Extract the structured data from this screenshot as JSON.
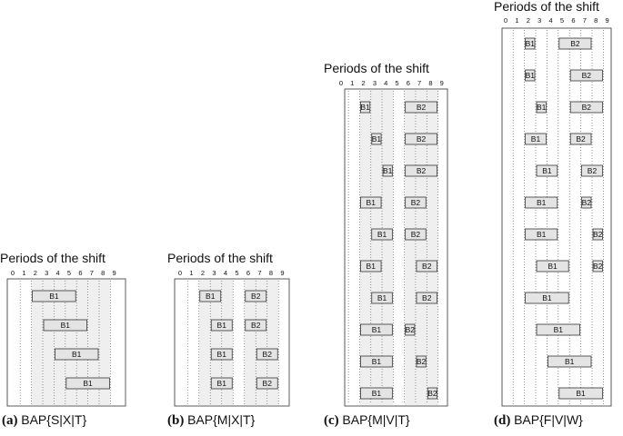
{
  "period_ticks": [
    "0",
    "1",
    "2",
    "3",
    "4",
    "5",
    "6",
    "7",
    "8",
    "9"
  ],
  "panels": [
    {
      "title": "Periods of the shift",
      "caption_letter": "(a)",
      "caption_text": "BAP{S|X|T}",
      "shaded": [
        [
          2,
          9
        ]
      ],
      "rows": [
        [
          {
            "label": "B1",
            "start": 2,
            "end": 6
          }
        ],
        [
          {
            "label": "B1",
            "start": 3,
            "end": 7
          }
        ],
        [
          {
            "label": "B1",
            "start": 4,
            "end": 8
          }
        ],
        [
          {
            "label": "B1",
            "start": 5,
            "end": 9
          }
        ]
      ]
    },
    {
      "title": "Periods of the shift",
      "caption_letter": "(b)",
      "caption_text": "BAP{M|X|T}",
      "shaded": [
        [
          2,
          5
        ],
        [
          6,
          9
        ]
      ],
      "rows": [
        [
          {
            "label": "B1",
            "start": 2,
            "end": 4
          },
          {
            "label": "B2",
            "start": 6,
            "end": 8
          }
        ],
        [
          {
            "label": "B1",
            "start": 3,
            "end": 5
          },
          {
            "label": "B2",
            "start": 6,
            "end": 8
          }
        ],
        [
          {
            "label": "B1",
            "start": 3,
            "end": 5
          },
          {
            "label": "B2",
            "start": 7,
            "end": 9
          }
        ],
        [
          {
            "label": "B1",
            "start": 3,
            "end": 5
          },
          {
            "label": "B2",
            "start": 7,
            "end": 9
          }
        ]
      ]
    },
    {
      "title": "Periods of the shift",
      "caption_letter": "(c)",
      "caption_text": "BAP{M|V|T}",
      "shaded": [
        [
          2,
          5
        ],
        [
          6,
          9
        ]
      ],
      "rows": [
        [
          {
            "label": "B1",
            "start": 2,
            "end": 3
          },
          {
            "label": "B2",
            "start": 6,
            "end": 9
          }
        ],
        [
          {
            "label": "B1",
            "start": 3,
            "end": 4
          },
          {
            "label": "B2",
            "start": 6,
            "end": 9
          }
        ],
        [
          {
            "label": "B1",
            "start": 4,
            "end": 5
          },
          {
            "label": "B2",
            "start": 6,
            "end": 9
          }
        ],
        [
          {
            "label": "B1",
            "start": 2,
            "end": 4
          },
          {
            "label": "B2",
            "start": 6,
            "end": 8
          }
        ],
        [
          {
            "label": "B1",
            "start": 3,
            "end": 5
          },
          {
            "label": "B2",
            "start": 6,
            "end": 8
          }
        ],
        [
          {
            "label": "B1",
            "start": 2,
            "end": 4
          },
          {
            "label": "B2",
            "start": 7,
            "end": 9
          }
        ],
        [
          {
            "label": "B1",
            "start": 3,
            "end": 5
          },
          {
            "label": "B2",
            "start": 7,
            "end": 9
          }
        ],
        [
          {
            "label": "B1",
            "start": 2,
            "end": 5
          },
          {
            "label": "B2",
            "start": 6,
            "end": 7
          }
        ],
        [
          {
            "label": "B1",
            "start": 2,
            "end": 5
          },
          {
            "label": "B2",
            "start": 7,
            "end": 8
          }
        ],
        [
          {
            "label": "B1",
            "start": 2,
            "end": 5
          },
          {
            "label": "B2",
            "start": 8,
            "end": 9
          }
        ]
      ]
    },
    {
      "title": "Periods of the shift",
      "caption_letter": "(d)",
      "caption_text": "BAP{F|V|W}",
      "shaded": [],
      "rows": [
        [
          {
            "label": "B1",
            "start": 2,
            "end": 3
          },
          {
            "label": "B2",
            "start": 5,
            "end": 8
          }
        ],
        [
          {
            "label": "B1",
            "start": 2,
            "end": 3
          },
          {
            "label": "B2",
            "start": 6,
            "end": 9
          }
        ],
        [
          {
            "label": "B1",
            "start": 3,
            "end": 4
          },
          {
            "label": "B2",
            "start": 6,
            "end": 9
          }
        ],
        [
          {
            "label": "B1",
            "start": 2,
            "end": 4
          },
          {
            "label": "B2",
            "start": 6,
            "end": 8
          }
        ],
        [
          {
            "label": "B1",
            "start": 3,
            "end": 5
          },
          {
            "label": "B2",
            "start": 7,
            "end": 9
          }
        ],
        [
          {
            "label": "B1",
            "start": 2,
            "end": 5
          },
          {
            "label": "B2",
            "start": 7,
            "end": 8
          }
        ],
        [
          {
            "label": "B1",
            "start": 2,
            "end": 5
          },
          {
            "label": "B2",
            "start": 8,
            "end": 9
          }
        ],
        [
          {
            "label": "B1",
            "start": 3,
            "end": 6
          },
          {
            "label": "B2",
            "start": 8,
            "end": 9
          }
        ],
        [
          {
            "label": "B1",
            "start": 2,
            "end": 6
          }
        ],
        [
          {
            "label": "B1",
            "start": 3,
            "end": 7
          }
        ],
        [
          {
            "label": "B1",
            "start": 4,
            "end": 8
          }
        ],
        [
          {
            "label": "B1",
            "start": 5,
            "end": 9
          }
        ]
      ]
    }
  ],
  "colors": {
    "frame": "#333333",
    "shade": "#efefef",
    "block_fill": "#e4e4e4",
    "block_stroke": "#333333",
    "dotted": "#666666"
  }
}
